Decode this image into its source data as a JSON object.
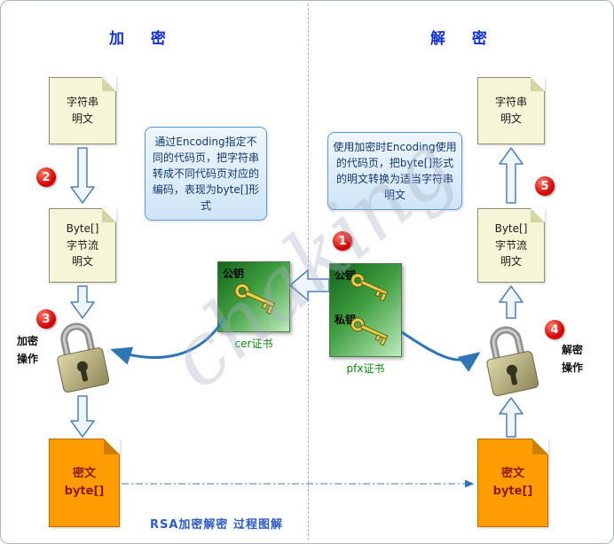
{
  "titles": {
    "encrypt": "加 密",
    "decrypt": "解 密"
  },
  "watermark": "chaking",
  "caption": "RSA加密解密 过程图解",
  "steps": {
    "s1": "1",
    "s2": "2",
    "s3": "3",
    "s4": "4",
    "s5": "5"
  },
  "encrypt": {
    "plain_doc": {
      "l1": "字符串",
      "l2": "明文"
    },
    "bytes_doc": {
      "l1": "Byte[]",
      "l2": "字节流",
      "l3": "明文"
    },
    "cipher_doc": {
      "l1": "密文",
      "l2": "byte[]"
    },
    "op": {
      "l1": "加密",
      "l2": "操作"
    },
    "callout": "通过Encoding指定不同的代码页，把字符串转成不同代码页对应的编码，表现为byte[]形式",
    "cert_box": {
      "key_label": "公钥",
      "caption": "cer证书"
    }
  },
  "decrypt": {
    "plain_doc": {
      "l1": "字符串",
      "l2": "明文"
    },
    "bytes_doc": {
      "l1": "Byte[]",
      "l2": "字节流",
      "l3": "明文"
    },
    "cipher_doc": {
      "l1": "密文",
      "l2": "byte[]"
    },
    "op": {
      "l1": "解密",
      "l2": "操作"
    },
    "callout": "使用加密时Encoding使用的代码页，把byte[]形式的明文转换为适当字符串明文",
    "cert_box": {
      "public_label": "公钥",
      "private_label": "私钥",
      "caption": "pfx证书"
    }
  },
  "colors": {
    "accent_blue": "#2e75b6",
    "arrow_fill": "#eef5fc",
    "doc_yellow": "#f5f5d8",
    "cipher_orange": "#ff9c00",
    "badge_red": "#d40000",
    "cert_green_dark": "#13631a",
    "cert_green_light": "#bdebbd",
    "callout_blue": "#d9eafa",
    "title_blue": "#1330d9",
    "cert_label_green": "#0a8a0a"
  }
}
